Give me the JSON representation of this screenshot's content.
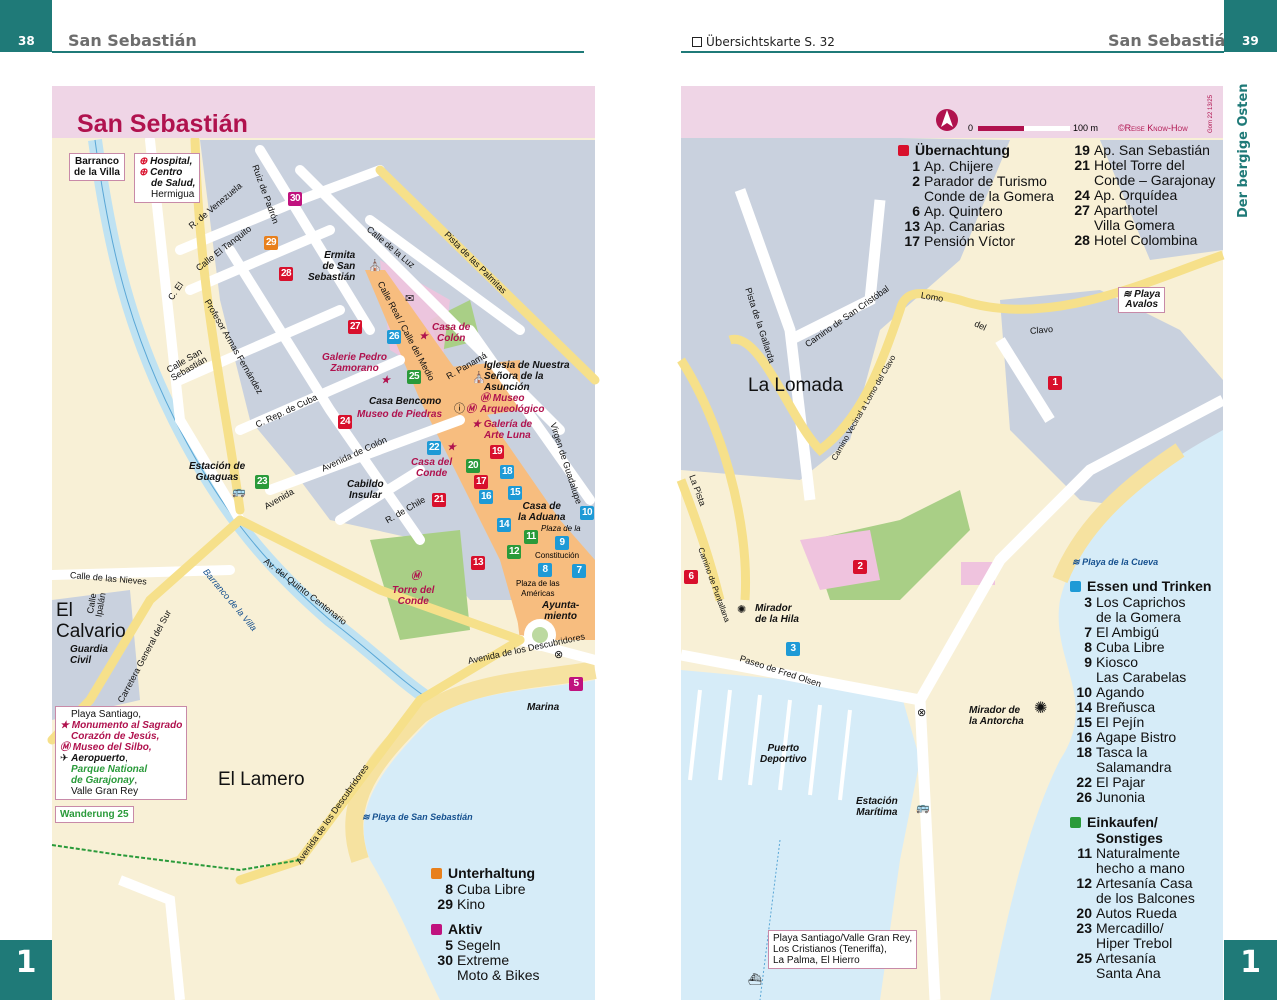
{
  "left_page": {
    "page_number": "38",
    "running_head": "San Sebastián",
    "chapter_tab": "1",
    "map_title": "San Sebastián",
    "callouts": {
      "barranco": [
        "Barranco",
        "de la Villa"
      ],
      "hospital": [
        "Hospital,",
        "Centro",
        "de Salud,",
        "Hermigua"
      ],
      "south": [
        "Playa Santiago,",
        "Monumento al Sagrado",
        "Corazón de Jesús,",
        "Museo del Silbo,",
        "Aeropuerto",
        ",",
        "Parque National",
        "de Garajonay",
        ",",
        "Valle Gran Rey"
      ],
      "wanderung": "Wanderung 25"
    },
    "labels": {
      "ermita": [
        "Ermita",
        "de San",
        "Sebastián"
      ],
      "casa_colon": [
        "Casa de",
        "Colón"
      ],
      "galerie_pedro": [
        "Galerie Pedro",
        "Zamorano"
      ],
      "iglesia": [
        "Iglesia de Nuestra",
        "Señora de la",
        "Asunción"
      ],
      "casa_bencomo": "Casa Bencomo",
      "museo_piedras": "Museo de Piedras",
      "museo_arq": [
        "Museo",
        "Arqueológico"
      ],
      "galeria_luna": [
        "Galería de",
        "Arte Luna"
      ],
      "casa_conde": [
        "Casa del",
        "Conde"
      ],
      "estacion_guaguas": [
        "Estación de",
        "Guaguas"
      ],
      "cabildo": [
        "Cabildo",
        "Insular"
      ],
      "casa_aduana": [
        "Casa de",
        "la Aduana"
      ],
      "plaza_constitucion_1": "Plaza de la",
      "plaza_constitucion_2": "Constitución",
      "plaza_americas": [
        "Plaza de las",
        "Américas"
      ],
      "ayuntamiento": [
        "Ayunta-",
        "miento"
      ],
      "torre_conde": [
        "Torre del",
        "Conde"
      ],
      "guardia_civil": [
        "Guardia",
        "Civil"
      ],
      "marina": "Marina",
      "el_calvario": [
        "El",
        "Calvario"
      ],
      "el_lamero": "El Lamero",
      "playa_ss": "Playa de San Sebastián",
      "barranco_villa": "Barranco de la Villa"
    },
    "roads": [
      "Ruiz de Padrón",
      "R. de Venezuela",
      "Calle El Tanquito",
      "C. El",
      "Profesor Armas Fernández",
      "Calle San Sebastián",
      "C. Rep. de Cuba",
      "Calle de la Luz",
      "Pista de las Palmitas",
      "Calle Real / Calle del Medio",
      "R. Panamá",
      "Virgen de Guadalupe",
      "Avenida de Colón",
      "R. de Chile",
      "Avenida",
      "Av. del Quinto Centenario",
      "Calle de las Nieves",
      "Calle Ipalán",
      "Carretera General del Sur",
      "Avenida de los Descubridores",
      "Avenida de los Descubridores"
    ],
    "legend": {
      "unterhaltung": {
        "title": "Unterhaltung",
        "color": "#e8801c",
        "items": [
          {
            "n": "8",
            "name": "Cuba Libre"
          },
          {
            "n": "29",
            "name": "Kino"
          }
        ]
      },
      "aktiv": {
        "title": "Aktiv",
        "color": "#c0127e",
        "items": [
          {
            "n": "5",
            "name": "Segeln"
          },
          {
            "n": "30",
            "name": "Extreme",
            "name2": "Moto & Bikes"
          }
        ]
      }
    },
    "badges": [
      "30",
      "29",
      "28",
      "27",
      "26",
      "25",
      "24",
      "22",
      "19",
      "20",
      "18",
      "17",
      "16",
      "15",
      "21",
      "10",
      "14",
      "11",
      "9",
      "12",
      "13",
      "8",
      "7",
      "23",
      "5"
    ]
  },
  "right_page": {
    "page_number": "39",
    "running_head": "San Sebastián",
    "overview_ref": "Übersichtskarte S. 32",
    "side_tab": "Der bergige Osten",
    "chapter_tab": "1",
    "scale": {
      "zero": "0",
      "max": "100 m"
    },
    "copyright": "©Reise Know-How",
    "map_code": "Gom 22 13/25",
    "labels": {
      "la_lomada": "La Lomada",
      "mirador_hila": [
        "Mirador",
        "de la Hila"
      ],
      "mirador_antorcha": [
        "Mirador de",
        "la Antorcha"
      ],
      "puerto": [
        "Puerto",
        "Deportivo"
      ],
      "estacion_maritima": [
        "Estación",
        "Marítima"
      ],
      "playa_avalos": [
        "Playa",
        "Avalos"
      ],
      "playa_cueva": "Playa de la Cueva",
      "ferry": [
        "Playa Santiago/Valle Gran Rey,",
        "Los Cristianos (Teneriffa),",
        "La Palma, El Hierro"
      ]
    },
    "roads": [
      "Pista de la Gallarda",
      "Camino de San Cristóbal",
      "Camino Vecinal a Lomo del Clavo",
      "Lomo",
      "del",
      "Clavo",
      "La Pista",
      "Camino de Puntallana",
      "Paseo de Fred Olsen"
    ],
    "legend": {
      "uebernachtung": {
        "title": "Übernachtung",
        "color": "#d8102c",
        "col1": [
          {
            "n": "1",
            "name": "Ap. Chijere"
          },
          {
            "n": "2",
            "name": "Parador de Turismo",
            "name2": "Conde de la Gomera"
          },
          {
            "n": "6",
            "name": "Ap. Quintero"
          },
          {
            "n": "13",
            "name": "Ap. Canarias"
          },
          {
            "n": "17",
            "name": "Pensión Víctor"
          }
        ],
        "col2": [
          {
            "n": "19",
            "name": "Ap. San Sebastián"
          },
          {
            "n": "21",
            "name": "Hotel Torre del",
            "name2": "Conde – Garajonay"
          },
          {
            "n": "24",
            "name": "Ap. Orquídea"
          },
          {
            "n": "27",
            "name": "Aparthotel",
            "name2": "Villa Gomera"
          },
          {
            "n": "28",
            "name": "Hotel Colombina"
          }
        ]
      },
      "essen": {
        "title": "Essen und Trinken",
        "color": "#1e9ad6",
        "items": [
          {
            "n": "3",
            "name": "Los Caprichos",
            "name2": "de la Gomera"
          },
          {
            "n": "7",
            "name": "El Ambigú"
          },
          {
            "n": "8",
            "name": "Cuba Libre"
          },
          {
            "n": "9",
            "name": "Kiosco",
            "name2": "Las Carabelas"
          },
          {
            "n": "10",
            "name": "Agando"
          },
          {
            "n": "14",
            "name": "Breñusca"
          },
          {
            "n": "15",
            "name": "El Pejín"
          },
          {
            "n": "16",
            "name": "Agape Bistro"
          },
          {
            "n": "18",
            "name": "Tasca la",
            "name2": "Salamandra"
          },
          {
            "n": "22",
            "name": "El Pajar"
          },
          {
            "n": "26",
            "name": "Junonia"
          }
        ]
      },
      "einkaufen": {
        "title": "Einkaufen/",
        "title2": "Sonstiges",
        "color": "#2a9a3a",
        "items": [
          {
            "n": "11",
            "name": "Naturalmente",
            "name2": "hecho a mano"
          },
          {
            "n": "12",
            "name": "Artesanía Casa",
            "name2": "de los Balcones"
          },
          {
            "n": "20",
            "name": "Autos Rueda"
          },
          {
            "n": "23",
            "name": "Mercadillo/",
            "name2": "Hiper Trebol"
          },
          {
            "n": "25",
            "name": "Artesanía",
            "name2": "Santa Ana"
          }
        ]
      }
    },
    "badges": [
      "1",
      "2",
      "6",
      "3"
    ]
  }
}
